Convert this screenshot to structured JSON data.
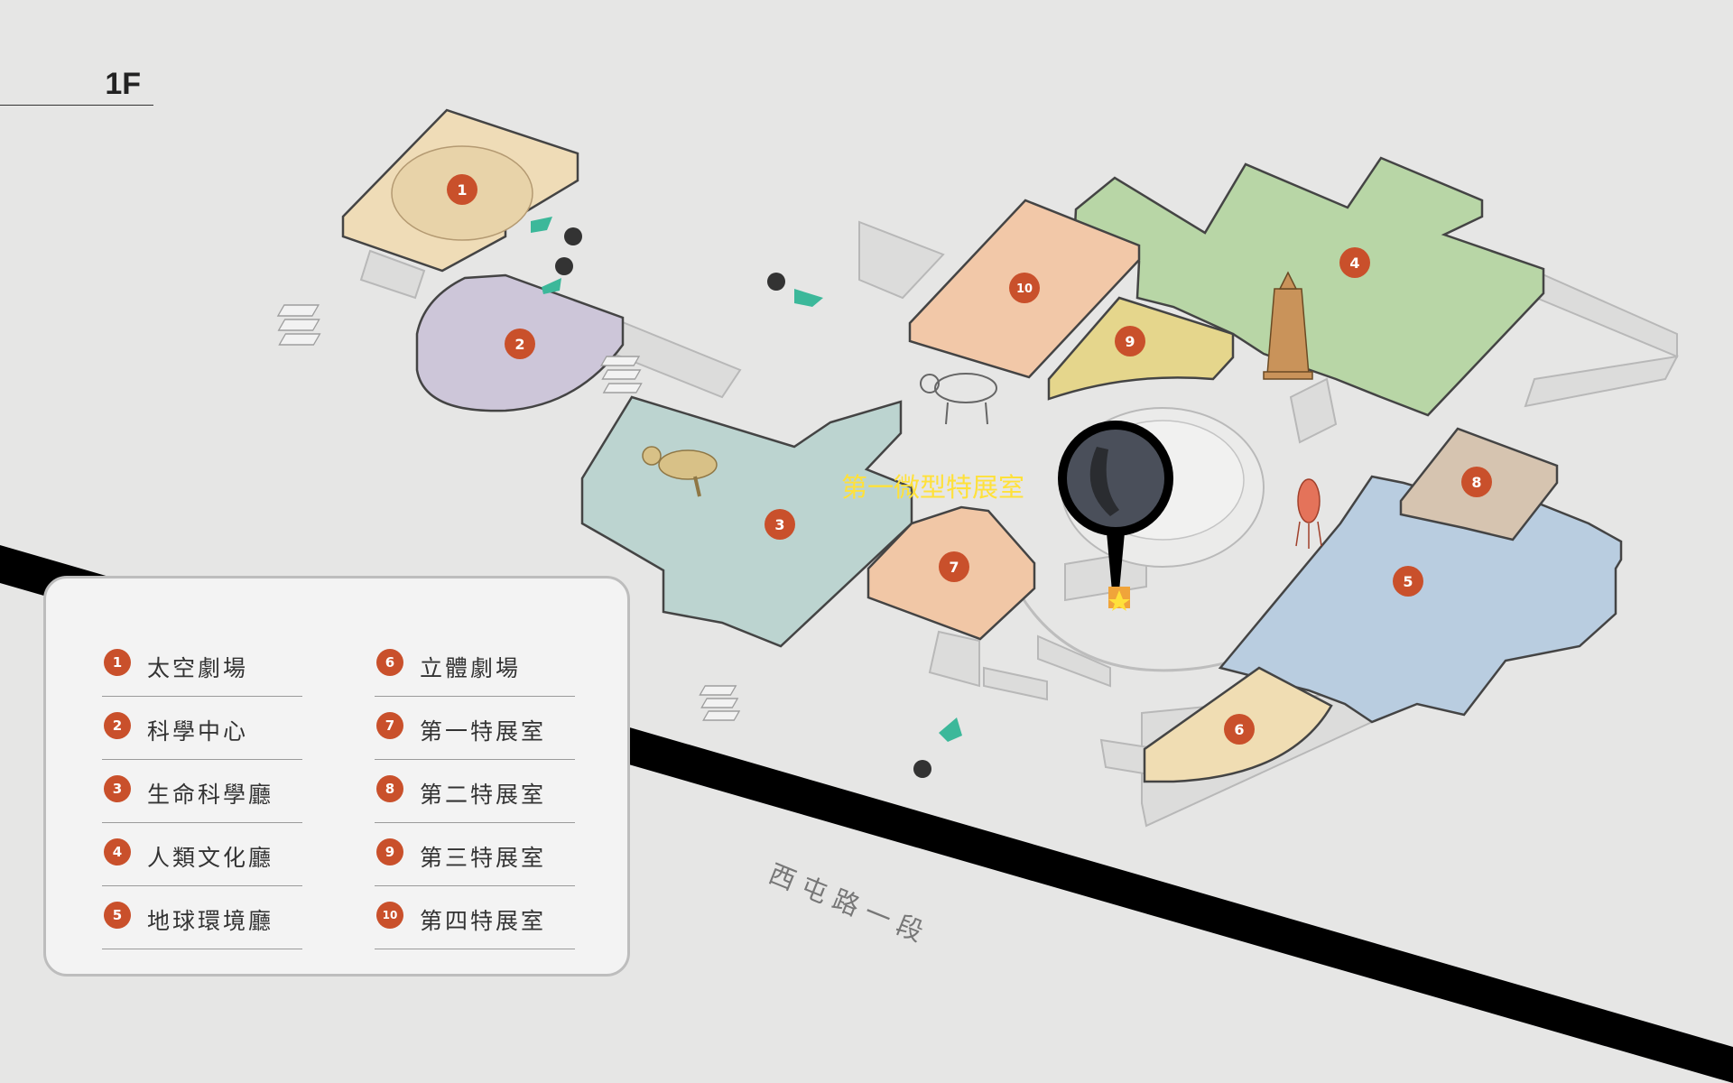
{
  "floor": "1F",
  "colors": {
    "background": "#e6e6e5",
    "road": "#f2f2f1",
    "badge": "#c9502b",
    "callout": "#e05a4c",
    "callout_text": "#ffe13a",
    "arrow": "#3cb89a"
  },
  "zones": [
    {
      "number": "1",
      "color": "#efdcb7"
    },
    {
      "number": "2",
      "color": "#cdc6d9"
    },
    {
      "number": "3",
      "color": "#bcd4d0"
    },
    {
      "number": "4",
      "color": "#b8d6a6"
    },
    {
      "number": "5",
      "color": "#b9cde0"
    },
    {
      "number": "6",
      "color": "#f0ddb3"
    },
    {
      "number": "7",
      "color": "#f1c7a6"
    },
    {
      "number": "8",
      "color": "#d6c4b0"
    },
    {
      "number": "9",
      "color": "#e5d68c"
    },
    {
      "number": "10",
      "color": "#f2c8a8"
    }
  ],
  "legend": {
    "left": [
      {
        "number": "1",
        "name": "太空劇場"
      },
      {
        "number": "2",
        "name": "科學中心"
      },
      {
        "number": "3",
        "name": "生命科學廳"
      },
      {
        "number": "4",
        "name": "人類文化廳"
      },
      {
        "number": "5",
        "name": "地球環境廳"
      }
    ],
    "right": [
      {
        "number": "6",
        "name": "立體劇場"
      },
      {
        "number": "7",
        "name": "第一特展室"
      },
      {
        "number": "8",
        "name": "第二特展室"
      },
      {
        "number": "9",
        "name": "第三特展室"
      },
      {
        "number": "10",
        "name": "第四特展室"
      }
    ]
  },
  "callout": {
    "label": "第一微型特展室"
  },
  "road": {
    "name": "西屯路一段"
  },
  "icons": [
    "entrance-arrow-icon",
    "walker-icon",
    "dinosaur-icon",
    "mammoth-skeleton-icon",
    "squid-icon",
    "temple-tower-icon",
    "location-star-icon"
  ]
}
